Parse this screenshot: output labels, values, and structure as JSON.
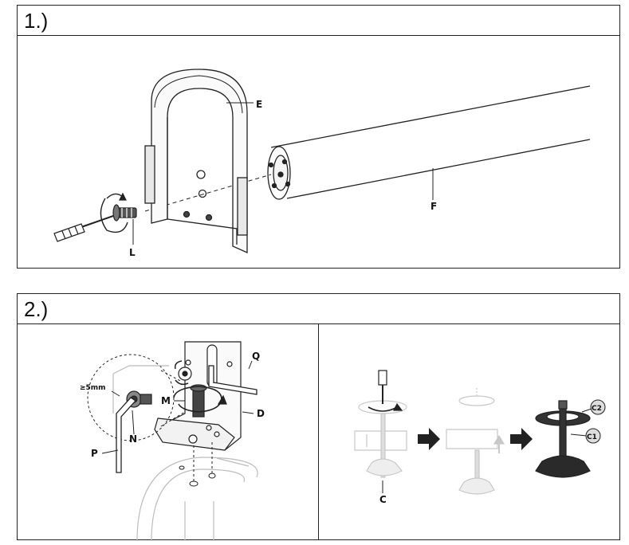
{
  "step1": {
    "number": "1.)",
    "labels": {
      "E": "E",
      "F": "F",
      "L": "L"
    }
  },
  "step2": {
    "number": "2.)",
    "labels": {
      "Q": "Q",
      "M": "M",
      "D": "D",
      "N": "N",
      "P": "P",
      "gap": "≥5mm",
      "C": "C",
      "C1": "C1",
      "C2": "C2"
    }
  },
  "colors": {
    "line": "#222222",
    "light": "#9a9a9a",
    "faint": "#cfcfcf",
    "dark": "#2a2a2a"
  }
}
